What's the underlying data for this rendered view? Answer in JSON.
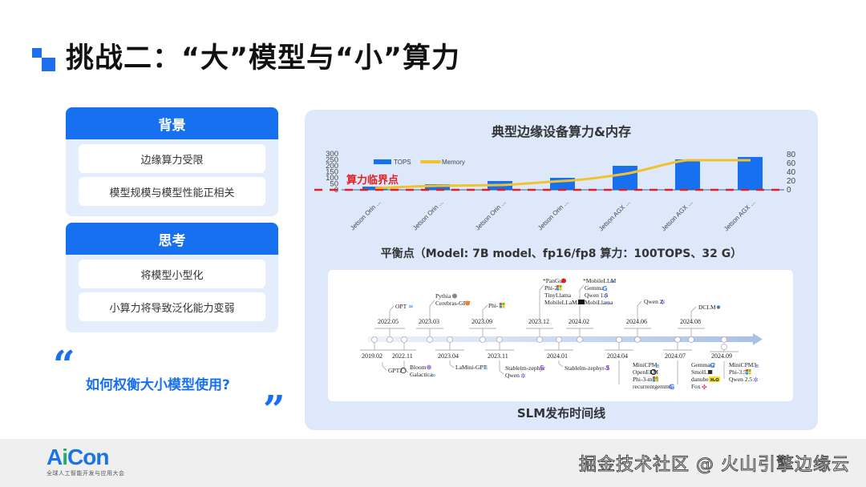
{
  "title": {
    "text": "挑战二：“大”模型与“小”算力",
    "accent_color": "#1e6ff0"
  },
  "left_panel": {
    "background_card": {
      "header": "背景",
      "items": [
        "边缘算力受限",
        "模型规模与模型性能正相关"
      ]
    },
    "thinking_card": {
      "header": "思考",
      "items": [
        "将模型小型化",
        "小算力将导致泛化能力变弱"
      ]
    },
    "quote": {
      "open": "“",
      "text": "如何权衡大小模型使用?",
      "close": "”"
    }
  },
  "right_panel": {
    "chart_title": "典型边缘设备算力&内存",
    "threshold_label": "算力临界点",
    "balance_text": "平衡点（Model: 7B model、fp16/fp8 算力：100TOPS、32 G）",
    "timeline_caption": "SLM发布时间线"
  },
  "chart_data": {
    "type": "bar",
    "title": "典型边缘设备算力&内存",
    "categories": [
      "Jetson Orin ...",
      "Jetson Orin ...",
      "Jetson Orin ...",
      "Jetson Orin ...",
      "Jetson AGX ...",
      "Jetson AGX ...",
      "Jetson AGX ..."
    ],
    "series": [
      {
        "name": "TOPS",
        "type": "bar",
        "axis": "left",
        "color": "#1670f0",
        "values": [
          20,
          40,
          67,
          100,
          200,
          248,
          275
        ]
      },
      {
        "name": "Memory",
        "type": "line",
        "axis": "right",
        "color": "#f2c22e",
        "values": [
          4,
          8,
          8,
          16,
          32,
          64,
          64
        ]
      }
    ],
    "left_axis": {
      "ticks": [
        "300",
        "250",
        "200",
        "150",
        "100",
        "50",
        "0"
      ],
      "ylim": [
        0,
        300
      ]
    },
    "right_axis": {
      "ticks": [
        "80",
        "60",
        "40",
        "20",
        "0"
      ],
      "ylim": [
        0,
        80
      ]
    },
    "threshold": {
      "label": "算力临界点",
      "value": 0,
      "color": "#e02020",
      "style": "dashed"
    },
    "legend": {
      "position": "top-left",
      "entries": [
        "TOPS",
        "Memory"
      ]
    },
    "xlabel": "",
    "ylabel": ""
  },
  "timeline": {
    "above": [
      {
        "date": "2022.05",
        "models": [
          "OPT"
        ]
      },
      {
        "date": "2023.03",
        "models": [
          "Pythia",
          "Cerebras-GPT"
        ]
      },
      {
        "date": "2023.09",
        "models": [
          "Phi-1"
        ]
      },
      {
        "date": "2023.12",
        "models": [
          "*PanGu",
          "Phi-2",
          "TinyLlama",
          "MobileLLaMA"
        ]
      },
      {
        "date": "2024.02",
        "models": [
          "*MobileLLM",
          "Gemma",
          "Qwen 1.5",
          "MobiLlama"
        ]
      },
      {
        "date": "2024.06",
        "models": [
          "Qwen 2"
        ]
      },
      {
        "date": "2024.08",
        "models": [
          "DCLM"
        ]
      }
    ],
    "below": [
      {
        "date": "2019.02",
        "models": [
          "GPT2"
        ]
      },
      {
        "date": "2022.11",
        "models": [
          "Bloom",
          "Galactica"
        ]
      },
      {
        "date": "2023.04",
        "models": [
          "LaMini-GPT"
        ]
      },
      {
        "date": "2023.11",
        "models": [
          "Stablelm-zephyr",
          "Qwen"
        ]
      },
      {
        "date": "2024.01",
        "models": [
          "Stablelm-zephyr-2"
        ]
      },
      {
        "date": "2024.04",
        "models": [
          "MiniCPM",
          "OpenELM",
          "Phi-3-mini",
          "recurrentgemma"
        ]
      },
      {
        "date": "2024.07",
        "models": [
          "Gemma-2",
          "SmolLM",
          "danube3",
          "Fox"
        ]
      },
      {
        "date": "2024.09",
        "models": [
          "MiniCPM3",
          "Phi-3.5",
          "Qwen 2.5"
        ]
      }
    ]
  },
  "footer": {
    "logo_main_a": "A",
    "logo_main_i": "i",
    "logo_main_rest": "Con",
    "logo_sub": "全球人工智能开发与应用大会",
    "watermark": "掘金技术社区 @ 火山引擎边缘云"
  }
}
